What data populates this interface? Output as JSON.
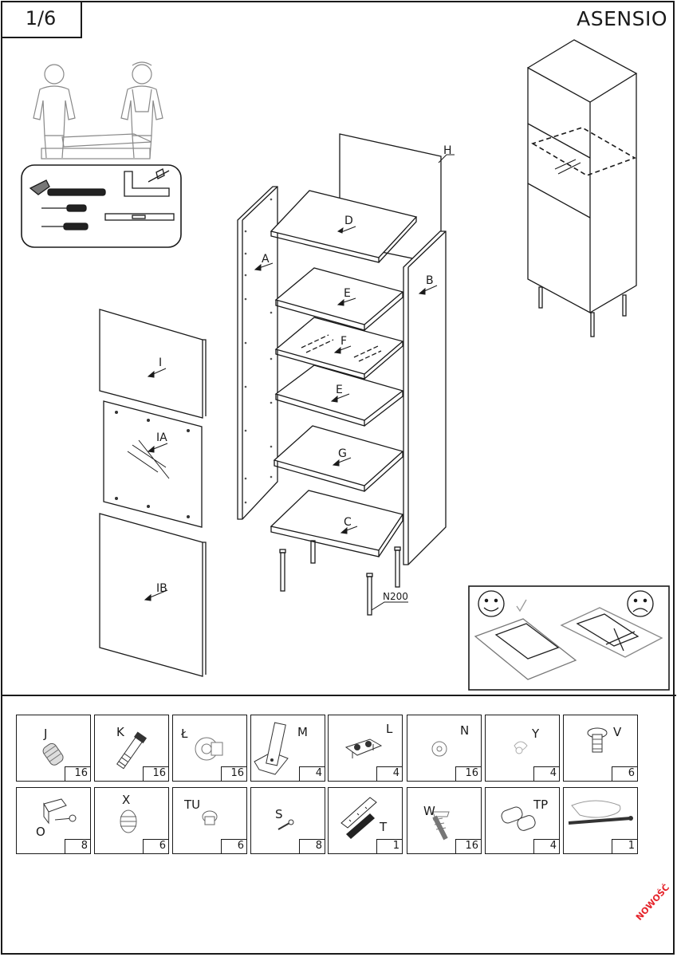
{
  "header": {
    "page": "1/6",
    "product": "ASENSIO"
  },
  "panel_labels": [
    "A",
    "B",
    "C",
    "D",
    "E",
    "E",
    "F",
    "G",
    "H",
    "I",
    "IA",
    "IB",
    "N200"
  ],
  "fittings": [
    {
      "code": "J",
      "qty": "16"
    },
    {
      "code": "K",
      "qty": "16"
    },
    {
      "code": "Ł",
      "qty": "16"
    },
    {
      "code": "M",
      "qty": "4"
    },
    {
      "code": "L",
      "qty": "4"
    },
    {
      "code": "N",
      "qty": "16"
    },
    {
      "code": "Y",
      "qty": "4"
    },
    {
      "code": "V",
      "qty": "6"
    },
    {
      "code": "O",
      "qty": "8"
    },
    {
      "code": "X",
      "qty": "6"
    },
    {
      "code": "TU",
      "qty": "6"
    },
    {
      "code": "S",
      "qty": "8"
    },
    {
      "code": "T",
      "qty": "1"
    },
    {
      "code": "W",
      "qty": "16"
    },
    {
      "code": "TP",
      "qty": "4"
    },
    {
      "code": "",
      "qty": "1"
    }
  ],
  "stamp": "NOWOŚĆ"
}
